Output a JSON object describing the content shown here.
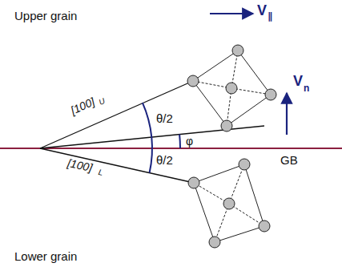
{
  "diagram": {
    "labels": [
      "V",
      "∥",
      "Upper grain",
      "[100]",
      "U",
      "θ/2",
      "φ",
      "θ/2",
      "GB",
      "V",
      "n",
      "[100]",
      "L",
      "Lower grain"
    ]
  }
}
